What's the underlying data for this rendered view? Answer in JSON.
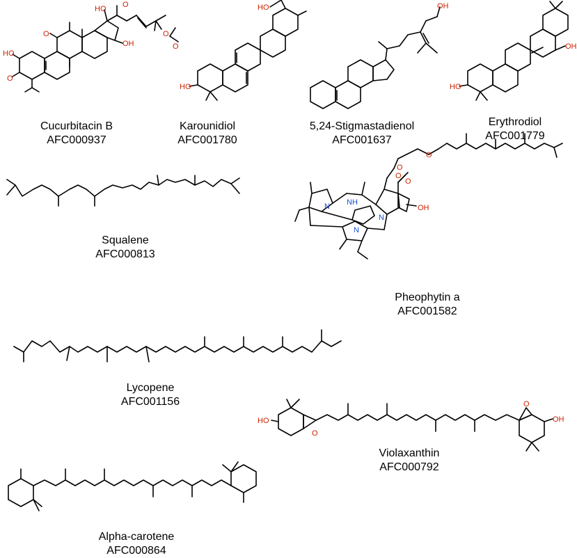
{
  "compounds": [
    {
      "name": "Cucurbitacin B",
      "id": "AFC000937"
    },
    {
      "name": "Karounidiol",
      "id": "AFC001780"
    },
    {
      "name": "5,24-Stigmastadienol",
      "id": "AFC001637"
    },
    {
      "name": "Erythrodiol",
      "id": "AFC001779"
    },
    {
      "name": "Squalene",
      "id": "AFC000813"
    },
    {
      "name": "Pheophytin a",
      "id": "AFC001582"
    },
    {
      "name": "Lycopene",
      "id": "AFC001156"
    },
    {
      "name": "Violaxanthin",
      "id": "AFC000792"
    },
    {
      "name": "Alpha-carotene",
      "id": "AFC000864"
    }
  ],
  "atoms": {
    "oxygen": "O",
    "hydroxyl": "OH",
    "hydroxyl_left": "HO",
    "nitrogen": "N",
    "amine": "NH"
  },
  "colors": {
    "bond": "#000000",
    "oxygen": "#cc2200",
    "nitrogen": "#1a4fd6"
  }
}
